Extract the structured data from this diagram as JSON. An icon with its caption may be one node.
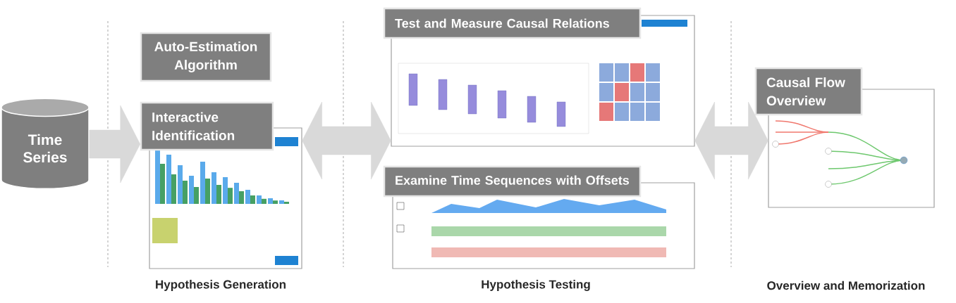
{
  "diagram": {
    "nodes": [
      {
        "text": [
          "Time Series"
        ]
      },
      {
        "text": [
          "Auto-Estimation Algorithm"
        ]
      },
      {
        "text": [
          "Interactive Identification"
        ]
      },
      {
        "text": [],
        "shape": "picture"
      },
      {
        "text": [
          "Test and Measure Causal Relations"
        ]
      },
      {
        "text": [],
        "shape": "picture"
      },
      {
        "text": [
          "Examine Time Sequences with Offsets"
        ]
      },
      {
        "text": [],
        "shape": "picture"
      },
      {
        "text": [
          "Causal Flow Overview"
        ]
      },
      {
        "text": [],
        "shape": "picture"
      }
    ],
    "edges": [
      {
        "from": 0,
        "to": 2,
        "arrow": "to"
      },
      {
        "from": 3,
        "to": 5,
        "arrow": "both"
      },
      {
        "from": 5,
        "to": 9,
        "arrow": "both"
      }
    ],
    "labels": [
      "Hypothesis Generation",
      "Hypothesis Testing",
      "Overview and Memorization"
    ]
  }
}
